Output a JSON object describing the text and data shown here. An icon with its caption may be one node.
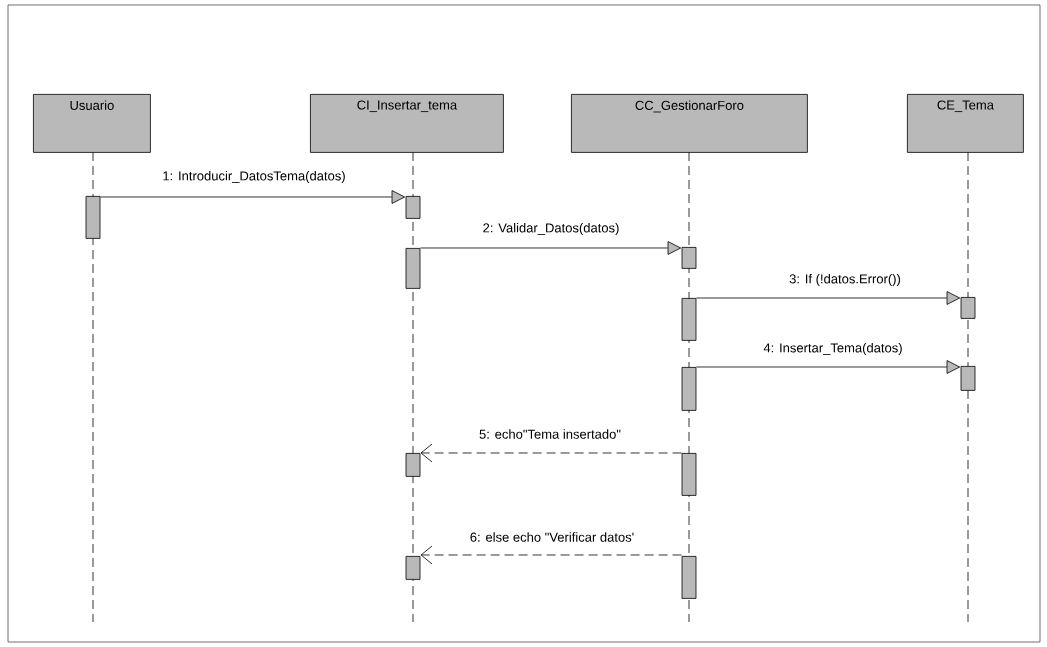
{
  "diagram": {
    "nodes": [
      {
        "text": [
          "Usuario"
        ]
      },
      {
        "text": [
          "CI_Insertar_tema"
        ]
      },
      {
        "text": [
          "CC_GestionarForo"
        ]
      },
      {
        "text": [
          "CE_Tema"
        ]
      },
      {
        "text": [],
        "shape": "bar"
      },
      {
        "text": [],
        "shape": "bar"
      },
      {
        "text": [],
        "shape": "bar"
      },
      {
        "text": [],
        "shape": "bar"
      },
      {
        "text": [],
        "shape": "bar"
      },
      {
        "text": [],
        "shape": "bar"
      },
      {
        "text": [],
        "shape": "bar"
      },
      {
        "text": [],
        "shape": "bar"
      },
      {
        "text": [],
        "shape": "bar"
      },
      {
        "text": [],
        "shape": "bar"
      },
      {
        "text": [],
        "shape": "bar"
      },
      {
        "text": [],
        "shape": "bar"
      }
    ],
    "edges": [
      {
        "from": 4,
        "to": 5,
        "arrow": "to",
        "label": "1: Introducir_DatosTema(datos)"
      },
      {
        "from": 6,
        "to": 7,
        "arrow": "to",
        "label": "2: Validar_Datos(datos)"
      },
      {
        "from": 8,
        "to": 9,
        "arrow": "to",
        "label": "3: If (!datos.Error())"
      },
      {
        "from": 10,
        "to": 11,
        "arrow": "to",
        "label": "4: Insertar_Tema(datos)"
      },
      {
        "from": 13,
        "to": 12,
        "arrow": "to",
        "label": "5: echo\"Tema insertado\"",
        "style": "dashed"
      },
      {
        "from": 14,
        "to": 15,
        "arrow": "to",
        "label": "6: else echo \"Verificar datos'",
        "style": "dashed"
      }
    ]
  }
}
